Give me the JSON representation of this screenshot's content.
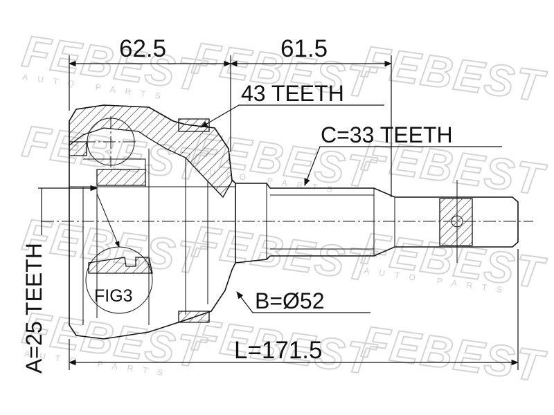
{
  "diagram": {
    "watermark": {
      "brand": "FEBEST",
      "sub": "AUTO PARTS"
    },
    "dimensions": {
      "top_left": "62.5",
      "top_right": "61.5",
      "length": "L=171.5"
    },
    "labels": {
      "outer_teeth": "43 TEETH",
      "shaft_teeth": "C=33 TEETH",
      "diameter": "B=Ø52",
      "inner_teeth": "A=25 TEETH",
      "figure": "FIG3"
    }
  }
}
